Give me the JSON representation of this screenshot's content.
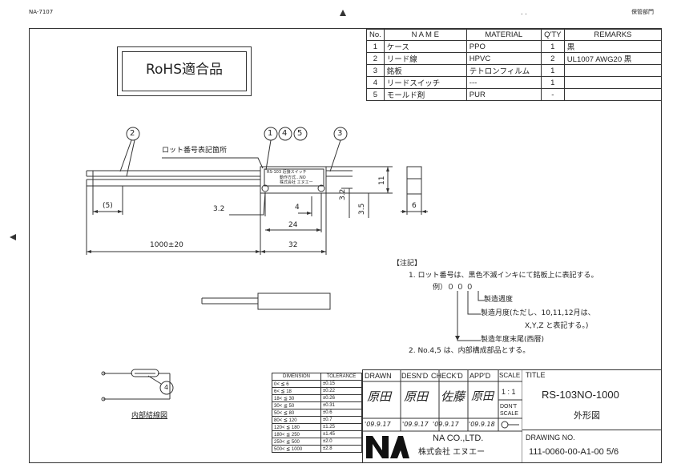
{
  "header": {
    "left_code": "NA-7107",
    "right_label": "保管部門",
    "dots": ".  ."
  },
  "rohs": "RoHS適合品",
  "parts_table": {
    "headers": [
      "No.",
      "N A M E",
      "MATERIAL",
      "Q'TY",
      "REMARKS"
    ],
    "rows": [
      {
        "no": "1",
        "name": "ケース",
        "material": "PPO",
        "qty": "1",
        "remarks": "黒"
      },
      {
        "no": "2",
        "name": "リード線",
        "material": "HPVC",
        "qty": "2",
        "remarks": "UL1007 AWG20 黒"
      },
      {
        "no": "3",
        "name": "銘板",
        "material": "テトロンフィルム",
        "qty": "1",
        "remarks": ""
      },
      {
        "no": "4",
        "name": "リードスイッチ",
        "material": "---",
        "qty": "1",
        "remarks": ""
      },
      {
        "no": "5",
        "name": "モールド剤",
        "material": "PUR",
        "qty": "-",
        "remarks": ""
      }
    ]
  },
  "drawing": {
    "balloons": [
      "2",
      "1",
      "4",
      "5",
      "3"
    ],
    "lot_label": "ロット番号表記箇所",
    "plate_line1": "RS-103   近接スイッチ",
    "plate_line2": "動作方式…NO",
    "plate_line3": "株式会社 エヌエー",
    "dims": {
      "d5": "(5)",
      "d32a": "3.2",
      "d4": "4",
      "d24": "24",
      "d32": "32",
      "d1000": "1000±20",
      "d32b": "3.2",
      "d35": "3.5",
      "d11": "11",
      "d6": "6"
    }
  },
  "notes": {
    "title": "【注記】",
    "n1": "1.  ロット番号は、黒色不滅インキにて銘板上に表記する。",
    "example": "例）０ ０ ０",
    "week": "製造週度",
    "month": "製造月度(ただし、10,11,12月は、",
    "month2": "X,Y,Z と表記する。)",
    "year": "製造年度末尾(西暦)",
    "n2": "2.  No.4,5 は、内部構成部品とする。"
  },
  "wiring": {
    "balloon": "4",
    "label": "内部結線図"
  },
  "tolerance": {
    "headers": [
      "DIMENSION",
      "TOLERANCE"
    ],
    "rows": [
      [
        "0<  ≦    6",
        "±0.15"
      ],
      [
        "6<  ≦   18",
        "±0.22"
      ],
      [
        "18<  ≦   30",
        "±0.26"
      ],
      [
        "30<  ≦   50",
        "±0.31"
      ],
      [
        "50<  ≦   80",
        "±0.6"
      ],
      [
        "80<  ≦  120",
        "±0.7"
      ],
      [
        "120<  ≦  180",
        "±1.25"
      ],
      [
        "180<  ≦  250",
        "±1.45"
      ],
      [
        "250<  ≦  500",
        "±2.0"
      ],
      [
        "500<  ≦ 1000",
        "±2.8"
      ]
    ]
  },
  "titleblock": {
    "drawn": "DRAWN",
    "desnd": "DESN'D",
    "checkd": "CHECK'D",
    "appd": "APP'D",
    "scale": "SCALE",
    "scale_val": "1 : 1",
    "dont": "DON'T",
    "scale2": "SCALE",
    "sig_drawn": "原田",
    "sig_desnd": "原田",
    "sig_check": "佐藤",
    "sig_app": "原田",
    "date_drawn": "'09.9.17",
    "date_desnd": "'09.9.17",
    "date_check": "'09.9.17",
    "date_app": "'09.9.18",
    "company_en": "NA CO.,LTD.",
    "company_jp": "株式会社  エヌエー",
    "title_label": "TITLE",
    "title_main": "RS-103NO-1000",
    "title_sub": "外形図",
    "dwg_label": "DRAWING NO.",
    "dwg_no": "111-0060-00-A1-00  5/6"
  }
}
